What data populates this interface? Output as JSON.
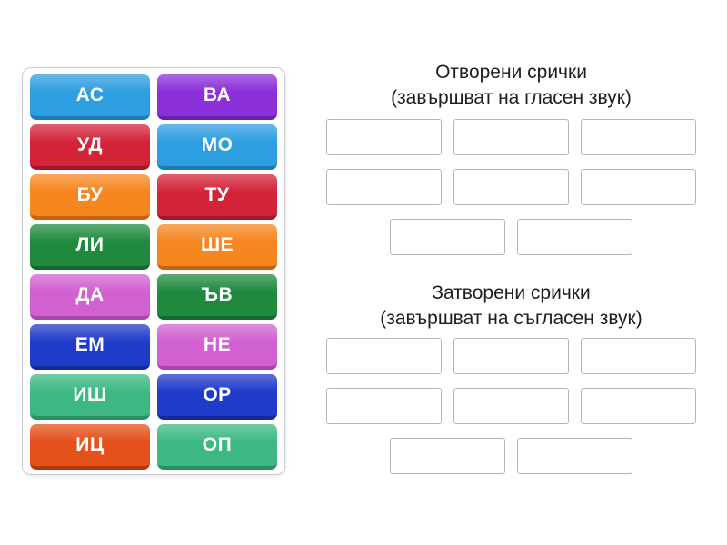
{
  "activity": {
    "background_color": "#ffffff",
    "tiles": [
      {
        "label": "АС",
        "color": "#2D9EE0",
        "edge_color": "#1D7AB5"
      },
      {
        "label": "ВА",
        "color": "#8B2FD9",
        "edge_color": "#6A21AA"
      },
      {
        "label": "УД",
        "color": "#D22339",
        "edge_color": "#A2182A"
      },
      {
        "label": "МО",
        "color": "#2D9EE0",
        "edge_color": "#1D7AB5"
      },
      {
        "label": "БУ",
        "color": "#F6861F",
        "edge_color": "#C26410"
      },
      {
        "label": "ТУ",
        "color": "#D22339",
        "edge_color": "#A2182A"
      },
      {
        "label": "ЛИ",
        "color": "#1F8A3E",
        "edge_color": "#15682D"
      },
      {
        "label": "ШЕ",
        "color": "#F6861F",
        "edge_color": "#C26410"
      },
      {
        "label": "ДА",
        "color": "#D160D1",
        "edge_color": "#A846AC"
      },
      {
        "label": "ЪВ",
        "color": "#1F8A3E",
        "edge_color": "#15682D"
      },
      {
        "label": "ЕМ",
        "color": "#1F3BC9",
        "edge_color": "#16299B"
      },
      {
        "label": "НЕ",
        "color": "#D160D1",
        "edge_color": "#A846AC"
      },
      {
        "label": "ИШ",
        "color": "#3DB884",
        "edge_color": "#2B8F64"
      },
      {
        "label": "ОР",
        "color": "#1F3BC9",
        "edge_color": "#16299B"
      },
      {
        "label": "ИЦ",
        "color": "#E5511C",
        "edge_color": "#B23A11"
      },
      {
        "label": "ОП",
        "color": "#3DB884",
        "edge_color": "#2B8F64"
      }
    ],
    "groups": [
      {
        "title_line1": "Отворени срички",
        "title_line2": "(завършват на гласен звук)",
        "slot_rows": [
          3,
          3,
          2
        ]
      },
      {
        "title_line1": "Затворени срички",
        "title_line2": "(завършват на съгласен звук)",
        "slot_rows": [
          3,
          3,
          2
        ]
      }
    ]
  }
}
